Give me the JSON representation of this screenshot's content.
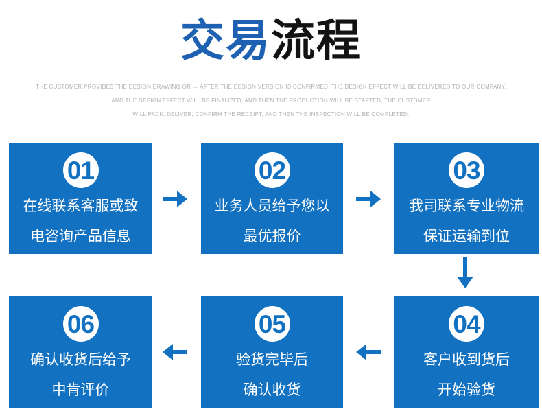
{
  "title": {
    "part1": "交易",
    "part2": "流程"
  },
  "subtitle": {
    "line1": "THE CUSTOMER PROVIDES THE DESIGN DRAWING OR → AFTER THE DESIGN VERSION IS CONFIRMED, THE DESIGN EFFECT WILL BE DELIVERED TO OUR COMPANY,",
    "line2": "AND THE DESIGN EFFECT WILL BE FINALIZED, AND THEN THE PRODUCTION WILL BE STARTED, THE CUSTOMER",
    "line3": "WILL PACK, DELIVER, CONFIRM THE RECEIPT, AND THEN THE INSPECTION WILL BE COMPLETED."
  },
  "steps": [
    {
      "number": "01",
      "lines": [
        "在线联系客服或致",
        "电咨询产品信息"
      ]
    },
    {
      "number": "02",
      "lines": [
        "业务人员给予您以",
        "最优报价"
      ]
    },
    {
      "number": "03",
      "lines": [
        "我司联系专业物流",
        "保证运输到位"
      ]
    },
    {
      "number": "04",
      "lines": [
        "客户收到货后",
        "开始验货"
      ]
    },
    {
      "number": "05",
      "lines": [
        "验货完毕后",
        "确认收货"
      ]
    },
    {
      "number": "06",
      "lines": [
        "确认收货后给予",
        "中肯评价"
      ]
    }
  ],
  "colors": {
    "box_blue": "#1271c1",
    "title_blue": "#1e61b2",
    "title_black": "#131313",
    "subtitle_gray": "#b2b2b2",
    "arrow_blue": "#1271c1",
    "step_text": "#ffffff",
    "step_number_blue": "#1271c1"
  }
}
